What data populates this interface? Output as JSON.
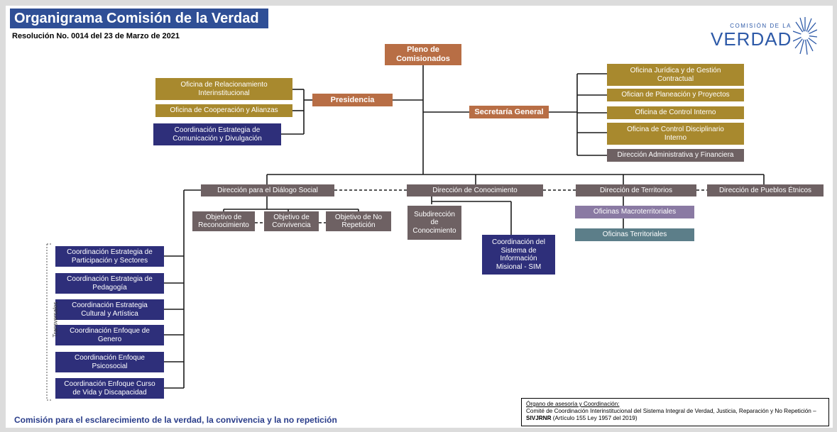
{
  "header": {
    "title": "Organigrama Comisión de la Verdad",
    "resolution": "Resolución No. 0014 del 23 de Marzo de 2021"
  },
  "logo": {
    "line1": "COMISIÓN DE LA",
    "line2": "VERDAD"
  },
  "nodes": {
    "pleno": "Pleno de\nComisionados",
    "presidencia": "Presidencia",
    "secretaria": "Secretaría General",
    "of_relacionamiento": "Oficina  de Relacionamiento\nInterinstitucional",
    "of_cooperacion": "Oficina de Cooperación y Alianzas",
    "coord_comunicacion": "Coordinación Estrategia de\nComunicación y Divulgación",
    "of_juridica": "Oficina Jurídica y de Gestión\nContractual",
    "of_planeacion": "Ofician de Planeación y Proyectos",
    "of_control_interno": "Oficina de Control Interno",
    "of_control_disciplinario": "Oficina  de Control Disciplinario\nInterno",
    "dir_administrativa": "Dirección Administrativa y Financiera",
    "dir_dialogo": "Dirección para el Diálogo Social",
    "dir_conocimiento": "Dirección de Conocimiento",
    "dir_territorios": "Dirección de Territorios",
    "dir_pueblos": "Dirección de  Pueblos Étnicos",
    "obj_reconocimiento": "Objetivo de\nReconocimiento",
    "obj_convivencia": "Objetivo de\nConvivencia",
    "obj_no_repeticion": "Objetivo de No\nRepetición",
    "subdir_conocimiento": "Subdirección\nde\nConocimiento",
    "coord_sim": "Coordinación del\nSistema de\nInformación\nMisional - SIM",
    "of_macroterritoriales": "Oficinas Macroterritoriales",
    "of_territoriales": "Oficinas Territoriales",
    "coord_participacion": "Coordinación Estrategia de\nParticipación y Sectores",
    "coord_pedagogia": "Coordinación Estrategia de\nPedagogía",
    "coord_cultural": "Coordinación Estrategia\nCultural y Artística",
    "coord_genero": "Coordinación Enfoque de\nGenero",
    "coord_psicosocial": "Coordinación Enfoque\nPsicosocial",
    "coord_curso_vida": "Coordinación Enfoque Curso\nde Vida y Discapacidad"
  },
  "transversales_label": "Transversales",
  "footer": {
    "mission": "Comisión para el esclarecimiento de la verdad, la convivencia y la no repetición"
  },
  "note": {
    "title": "Órgano de asesoría y Coordinación:",
    "body": "Comité de Coordinación Interinstitucional del Sistema Integral de Verdad, Justicia, Reparación y No Repetición – ",
    "bold": "SIVJRNR",
    "tail": " (Artículo 155 Ley 1957 del 2019)"
  },
  "colors": {
    "title_bar": "#2f4f96",
    "gold": "#a8892e",
    "copper": "#b86e45",
    "navy": "#2e2f7a",
    "gray": "#6e6163",
    "lilac": "#8a7aa3",
    "teal": "#5c7e89",
    "logo_blue": "#2e5aa8"
  }
}
